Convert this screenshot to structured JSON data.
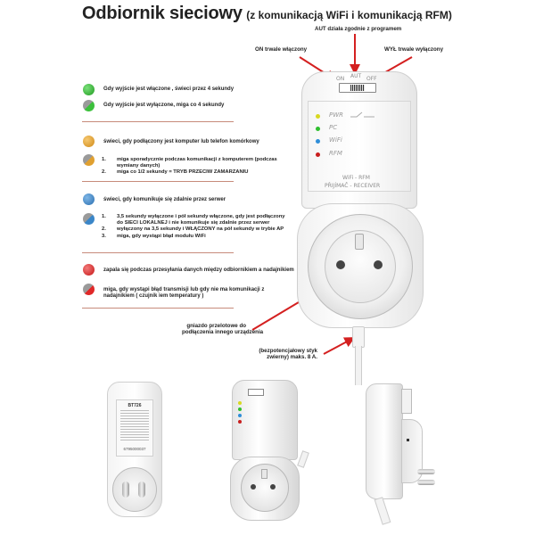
{
  "title": {
    "main": "Odbiornik sieciowy",
    "sub": "(z komunikacją WiFi i komunikacją RFM)"
  },
  "annotations": {
    "aut": "AUT działa zgodnie z programem",
    "on": "ON trwale włączony",
    "off": "WYŁ trwale wyłączony",
    "socket": [
      "gniazdo przelotowe do",
      "podłączenia innego urządzenia"
    ],
    "contact": [
      "(bezpotencjałowy styk",
      "zwierny) maks. 8 A."
    ]
  },
  "sections": {
    "green": {
      "on_color": "#2db52d",
      "blink_color": "#8ec98e",
      "items": [
        "Gdy wyjście jest  włączone , świeci przez 4 sekundy",
        "Gdy wyjście jest wyłączone, miga co 4 sekundy"
      ]
    },
    "orange": {
      "color": "#e0a030",
      "blink_color": "#c8a66b",
      "main": "świeci, gdy podłączony jest komputer lub telefon komórkowy",
      "list": [
        {
          "num": "1.",
          "text": "miga sporadycznie podczas komunikacji z komputerem (podczas wymiany danych)"
        },
        {
          "num": "2.",
          "text": "miga  co 1/2 sekundy = TRYB PRZECIW ZAMARZANIU"
        }
      ]
    },
    "blue": {
      "color": "#3a86c8",
      "blink_color": "#9fb3c9",
      "main": "świeci, gdy komunikuje się zdalnie przez serwer",
      "list": [
        {
          "num": "1.",
          "text": "3,5 sekundy wyłączone i pół sekundy włączone, gdy jest podłączony do SIECI LOKALNEJ i nie komunikuje się zdalnie przez serwer"
        },
        {
          "num": "2.",
          "text": "wyłączony na 3,5 sekundy i WŁĄCZONY na pół sekundy w trybie AP"
        },
        {
          "num": "3.",
          "text": "miga, gdy wystąpi błąd modułu WiFi"
        }
      ]
    },
    "red": {
      "color": "#e02828",
      "blink_color": "#c88a8a",
      "items": [
        "zapala się podczas przesyłania danych między odbiornikiem a nadajnikiem",
        "miga, gdy wystąpi błąd transmisji lub gdy nie ma komunikacji z nadajnikiem ( czujnik iem temperatury )"
      ]
    }
  },
  "device": {
    "switch_labels": {
      "on": "ON",
      "aut": "AUT",
      "off": "OFF"
    },
    "leds": [
      {
        "label": "PWR",
        "color": "#d8d820"
      },
      {
        "label": "PC",
        "color": "#2fbf2f"
      },
      {
        "label": "WiFi",
        "color": "#2f8ed8"
      },
      {
        "label": "RFM",
        "color": "#c81e1e"
      }
    ],
    "panel": {
      "line1": "WiFi - RFM",
      "line2": "PŘIJÍMAČ - RECEIVER"
    }
  },
  "back_label": {
    "model": "BT726",
    "code": "6795000037"
  }
}
